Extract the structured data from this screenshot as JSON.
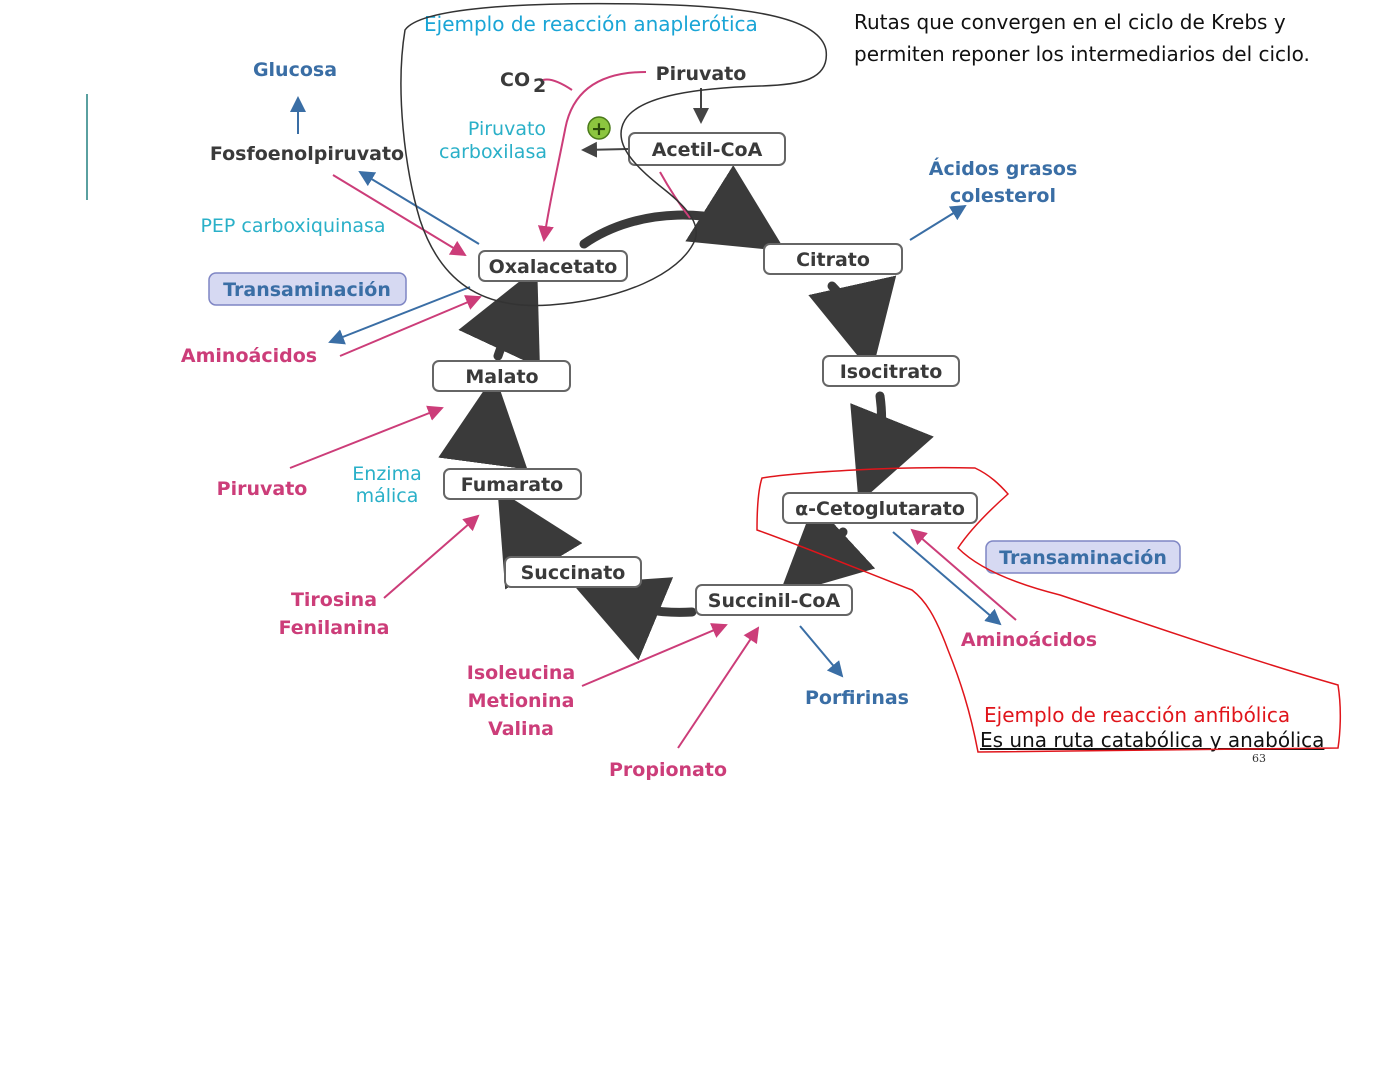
{
  "notes": {
    "top_right_line1": "Rutas que convergen en el ciclo de Krebs y",
    "top_right_line2": "permiten reponer los intermediarios del ciclo.",
    "anaplerotic_title": "Ejemplo de reacción anaplerótica",
    "anfibolic_title": "Ejemplo de reacción anfibólica",
    "anfibolic_subtitle": "Es una ruta catabólica y anabólica",
    "page_number": "63"
  },
  "cycle": {
    "oxalacetato": "Oxalacetato",
    "citrato": "Citrato",
    "isocitrato": "Isocitrato",
    "cetoglutarato": "α-Cetoglutarato",
    "succinil_coa": "Succinil-CoA",
    "succinato": "Succinato",
    "fumarato": "Fumarato",
    "malato": "Malato"
  },
  "inputs": {
    "acetil_coa": "Acetil-CoA",
    "piruvato_top": "Piruvato",
    "co2": "CO",
    "co2_sub": "2",
    "piruvato_carboxilasa_1": "Piruvato",
    "piruvato_carboxilasa_2": "carboxilasa",
    "activator_symbol": "+",
    "glucosa": "Glucosa",
    "fosfoenolpiruvato": "Fosfoenolpiruvato",
    "pep_carboxiquinasa": "PEP carboxiquinasa",
    "transaminacion_left": "Transaminación",
    "aminoacidos_left": "Aminoácidos",
    "piruvato_left": "Piruvato",
    "enzima_malica_1": "Enzima",
    "enzima_malica_2": "málica",
    "tirosina": "Tirosina",
    "fenilanina": "Fenilanina",
    "isoleucina": "Isoleucina",
    "metionina": "Metionina",
    "valina": "Valina",
    "propionato": "Propionato",
    "porfirinas": "Porfirinas",
    "aminoacidos_right": "Aminoácidos",
    "transaminacion_right": "Transaminación",
    "acidos_grasos": "Ácidos grasos",
    "colesterol": "colesterol"
  },
  "colors": {
    "magenta": "#cc3d79",
    "blue": "#3a6ea5",
    "cyan": "#2ab0c8",
    "dark": "#3a3a3a",
    "annotation_red": "#e0151b",
    "annotation_cyan": "#1aa5d6"
  }
}
